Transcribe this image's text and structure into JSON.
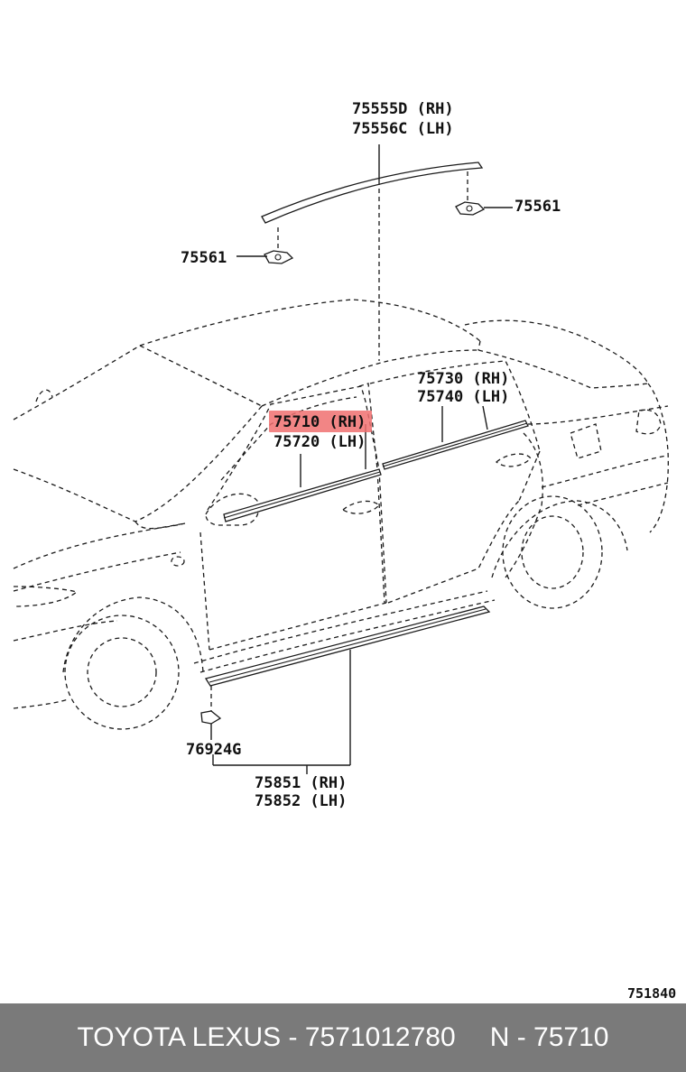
{
  "labels": {
    "roof_rh": "75555D (RH)",
    "roof_lh": "75556C (LH)",
    "clip_right": "75561",
    "clip_left": "75561",
    "rear_rh": "75730 (RH)",
    "rear_lh": "75740 (LH)",
    "front_rh": "75710 (RH)",
    "front_lh": "75720 (LH)",
    "clip_rocker": "76924G",
    "rocker_rh": "75851 (RH)",
    "rocker_lh": "75852 (LH)",
    "figure_number": "751840"
  },
  "highlight_color": "#f07070",
  "footer": {
    "brand": "TOYOTA LEXUS",
    "separator": "-",
    "part_number": "7571012780",
    "ref_prefix": "N",
    "ref_number": "75710"
  }
}
